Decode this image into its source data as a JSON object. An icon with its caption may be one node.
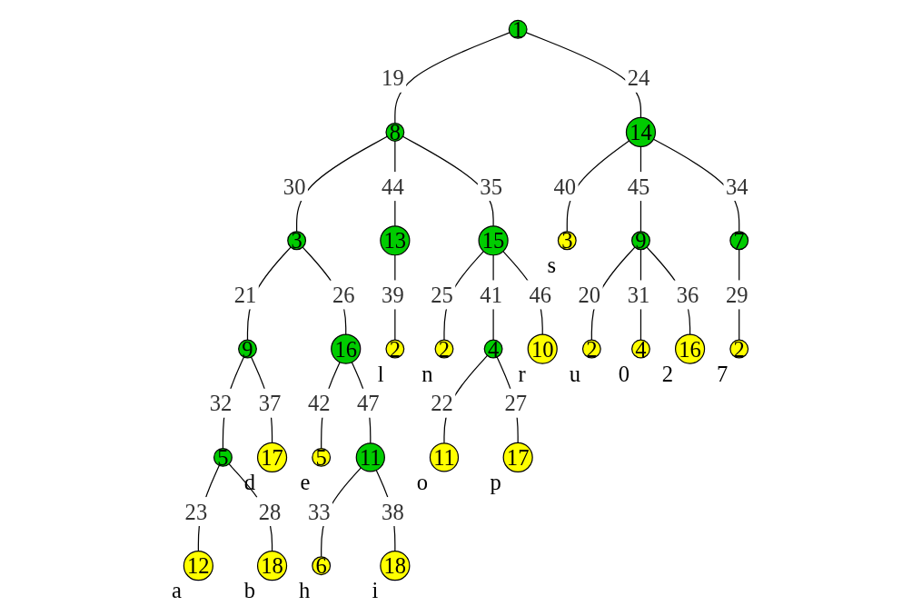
{
  "diagram": {
    "nodes": [
      {
        "text": [
          "1"
        ]
      },
      {
        "text": [
          "8"
        ]
      },
      {
        "text": [
          "14"
        ]
      },
      {
        "text": [
          "3"
        ]
      },
      {
        "text": [
          "13"
        ]
      },
      {
        "text": [
          "15"
        ]
      },
      {
        "text": [
          "3"
        ],
        "beside": [
          "s"
        ]
      },
      {
        "text": [
          "9"
        ]
      },
      {
        "text": [
          "7"
        ]
      },
      {
        "text": [
          "9"
        ]
      },
      {
        "text": [
          "16"
        ]
      },
      {
        "text": [
          "2"
        ],
        "beside": [
          "l"
        ]
      },
      {
        "text": [
          "2"
        ],
        "beside": [
          "n"
        ]
      },
      {
        "text": [
          "4"
        ]
      },
      {
        "text": [
          "10"
        ],
        "beside": [
          "r"
        ]
      },
      {
        "text": [
          "2"
        ],
        "beside": [
          "u"
        ]
      },
      {
        "text": [
          "4"
        ],
        "beside": [
          "0"
        ]
      },
      {
        "text": [
          "16"
        ],
        "beside": [
          "2"
        ]
      },
      {
        "text": [
          "2"
        ],
        "beside": [
          "7"
        ]
      },
      {
        "text": [
          "5"
        ]
      },
      {
        "text": [
          "17"
        ],
        "beside": [
          "d"
        ]
      },
      {
        "text": [
          "5"
        ],
        "beside": [
          "e"
        ]
      },
      {
        "text": [
          "11"
        ]
      },
      {
        "text": [
          "11"
        ],
        "beside": [
          "o"
        ]
      },
      {
        "text": [
          "17"
        ],
        "beside": [
          "p"
        ]
      },
      {
        "text": [
          "12"
        ],
        "beside": [
          "a"
        ]
      },
      {
        "text": [
          "18"
        ],
        "beside": [
          "b"
        ]
      },
      {
        "text": [
          "6"
        ],
        "beside": [
          "h"
        ]
      },
      {
        "text": [
          "18"
        ],
        "beside": [
          "i"
        ]
      }
    ],
    "edges": [
      {
        "from": 0,
        "to": 1,
        "arrow": "none",
        "label": "19"
      },
      {
        "from": 0,
        "to": 2,
        "arrow": "none",
        "label": "24"
      },
      {
        "from": 1,
        "to": 3,
        "arrow": "none",
        "label": "30"
      },
      {
        "from": 1,
        "to": 4,
        "arrow": "none",
        "label": "44"
      },
      {
        "from": 1,
        "to": 5,
        "arrow": "none",
        "label": "35"
      },
      {
        "from": 2,
        "to": 6,
        "arrow": "none",
        "label": "40"
      },
      {
        "from": 2,
        "to": 7,
        "arrow": "none",
        "label": "45"
      },
      {
        "from": 2,
        "to": 8,
        "arrow": "none",
        "label": "34"
      },
      {
        "from": 3,
        "to": 9,
        "arrow": "none",
        "label": "21"
      },
      {
        "from": 3,
        "to": 10,
        "arrow": "none",
        "label": "26"
      },
      {
        "from": 4,
        "to": 11,
        "arrow": "none",
        "label": "39"
      },
      {
        "from": 5,
        "to": 12,
        "arrow": "none",
        "label": "25"
      },
      {
        "from": 5,
        "to": 13,
        "arrow": "none",
        "label": "41"
      },
      {
        "from": 5,
        "to": 14,
        "arrow": "none",
        "label": "46"
      },
      {
        "from": 7,
        "to": 15,
        "arrow": "none",
        "label": "20"
      },
      {
        "from": 7,
        "to": 16,
        "arrow": "none",
        "label": "31"
      },
      {
        "from": 7,
        "to": 17,
        "arrow": "none",
        "label": "36"
      },
      {
        "from": 8,
        "to": 18,
        "arrow": "none",
        "label": "29"
      },
      {
        "from": 9,
        "to": 19,
        "arrow": "none",
        "label": "32"
      },
      {
        "from": 9,
        "to": 20,
        "arrow": "none",
        "label": "37"
      },
      {
        "from": 10,
        "to": 21,
        "arrow": "none",
        "label": "42"
      },
      {
        "from": 10,
        "to": 22,
        "arrow": "none",
        "label": "47"
      },
      {
        "from": 13,
        "to": 23,
        "arrow": "none",
        "label": "22"
      },
      {
        "from": 13,
        "to": 24,
        "arrow": "none",
        "label": "27"
      },
      {
        "from": 19,
        "to": 25,
        "arrow": "none",
        "label": "23"
      },
      {
        "from": 19,
        "to": 26,
        "arrow": "none",
        "label": "28"
      },
      {
        "from": 22,
        "to": 27,
        "arrow": "none",
        "label": "33"
      },
      {
        "from": 22,
        "to": 28,
        "arrow": "none",
        "label": "38"
      }
    ]
  }
}
